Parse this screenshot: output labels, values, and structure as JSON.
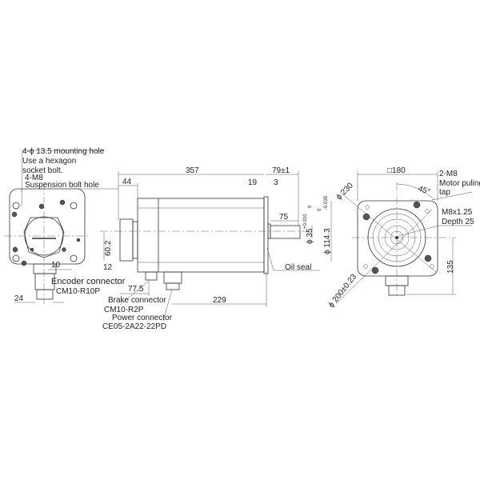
{
  "rear_view": {
    "mounting_hole": "4-ϕ 13.5 mounting hole",
    "hexagon": "Use a hexagon",
    "socket_bolt": "socket bolt.",
    "suspension_m8": "4-M8",
    "suspension_hole": "Suspension bolt hole",
    "encoder_connector": "Encoder connector",
    "encoder_model": "CM10-R10P",
    "dim_24": "24",
    "dim_10": "10"
  },
  "side_view": {
    "dim_357": "357",
    "dim_79": "79±1",
    "dim_44": "44",
    "dim_19": "19",
    "dim_3": "3",
    "dim_75": "75",
    "dim_shaft": "ϕ 35",
    "shaft_tol_upper": "+0.010",
    "shaft_tol_lower": "0",
    "dim_spigot": "ϕ 114.3",
    "spigot_tol_upper": "0",
    "spigot_tol_lower": "-0.035",
    "dim_60_2": "60.2",
    "dim_12": "12",
    "dim_77_5": "77.5",
    "dim_229": "229",
    "oil_seal": "Oil seal",
    "brake_connector": "Brake connector",
    "brake_model": "CM10-R2P",
    "power_connector": "Power connector",
    "power_model": "CE05-2A22-22PD"
  },
  "front_view": {
    "dim_180": "□180",
    "tap_m8": "2-M8",
    "tap_label": "Motor puling",
    "tap_label2": "tap",
    "angle": "45°",
    "thread": "M8x1.25",
    "depth": "Depth 25",
    "dim_135": "135",
    "dim_230": "ϕ 230",
    "dim_200": "ϕ 200±0.23"
  }
}
